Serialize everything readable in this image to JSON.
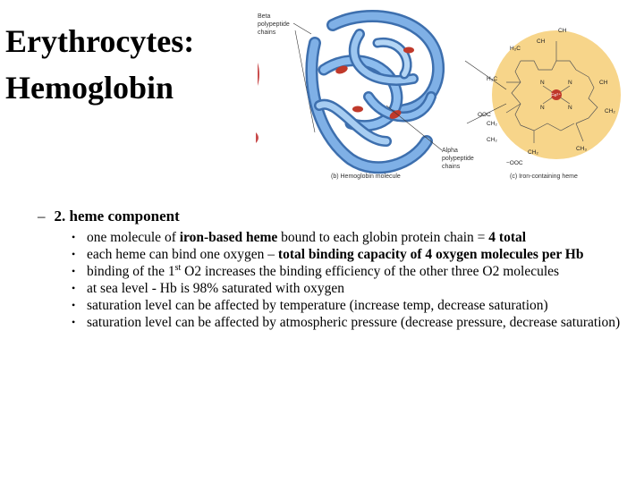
{
  "title": {
    "line1": "Erythrocytes:",
    "line2": "Hemoglobin"
  },
  "figure": {
    "beta_label": [
      "Beta",
      "polypeptide",
      "chains"
    ],
    "alpha_label": [
      "Alpha",
      "polypeptide",
      "chains"
    ],
    "caption_b": "(b) Hemoglobin molecule",
    "caption_c": "(c) Iron-containing heme",
    "heme_labels": {
      "ch2_top": "CH",
      "ch_top": "CH",
      "h2c": "H₂C",
      "h3c": "H₃C",
      "ch3_right": "CH",
      "ch3_right2": "CH₂",
      "fe": "Fe²⁺",
      "n1": "N",
      "n2": "N",
      "n3": "N",
      "n4": "N",
      "ooc": "OOC",
      "ooc_bottom": "−OOC",
      "ch2_left": "CH₂",
      "ch2_left2": "CH₂",
      "ch2_bottom": "CH₂",
      "ch3_bottom": "CH₃",
      "ch3_left": "CH₃"
    }
  },
  "section": {
    "dash": "–",
    "label": "2. heme component"
  },
  "bullets": [
    {
      "parts": [
        {
          "t": "one molecule of ",
          "b": false
        },
        {
          "t": "iron-based heme",
          "b": true
        },
        {
          "t": " bound to each globin protein chain = ",
          "b": false
        },
        {
          "t": "4 total",
          "b": true
        }
      ]
    },
    {
      "parts": [
        {
          "t": "each heme can bind one oxygen – ",
          "b": false
        },
        {
          "t": "total binding capacity of 4 oxygen molecules per Hb",
          "b": true
        }
      ]
    },
    {
      "parts": [
        {
          "t": "binding of the 1",
          "b": false
        },
        {
          "t": "st",
          "b": false,
          "sup": true
        },
        {
          "t": " O2 increases the binding efficiency of the other three O2 molecules",
          "b": false
        }
      ]
    },
    {
      "parts": [
        {
          "t": "at sea level - Hb is 98% saturated with oxygen",
          "b": false
        }
      ]
    },
    {
      "parts": [
        {
          "t": "saturation level can be affected by temperature (increase temp, decrease saturation)",
          "b": false
        }
      ]
    },
    {
      "parts": [
        {
          "t": "saturation level can be affected by atmospheric pressure (decrease pressure, decrease saturation)",
          "b": false
        }
      ]
    }
  ],
  "bullet_glyph": "•",
  "colors": {
    "protein_blue": "#6a9bd6",
    "protein_dark": "#3d6fae",
    "heme_circle": "#f7d58a",
    "iron_red": "#c0392b"
  }
}
